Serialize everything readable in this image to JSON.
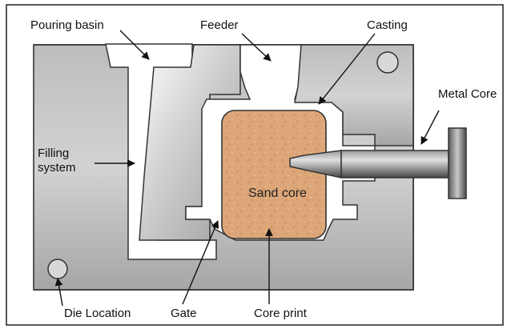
{
  "labels": {
    "pouring_basin": "Pouring basin",
    "feeder": "Feeder",
    "casting": "Casting",
    "metal_core": "Metal Core",
    "filling_system": "Filling system",
    "sand_core": "Sand core",
    "die_location": "Die Location",
    "gate": "Gate",
    "core_print": "Core print"
  },
  "colors": {
    "die": "#a9a9a9",
    "cavity": "#ffffff",
    "sand_core": "#dca678",
    "metal_core": "#6e6e6e",
    "outline": "#222222"
  }
}
